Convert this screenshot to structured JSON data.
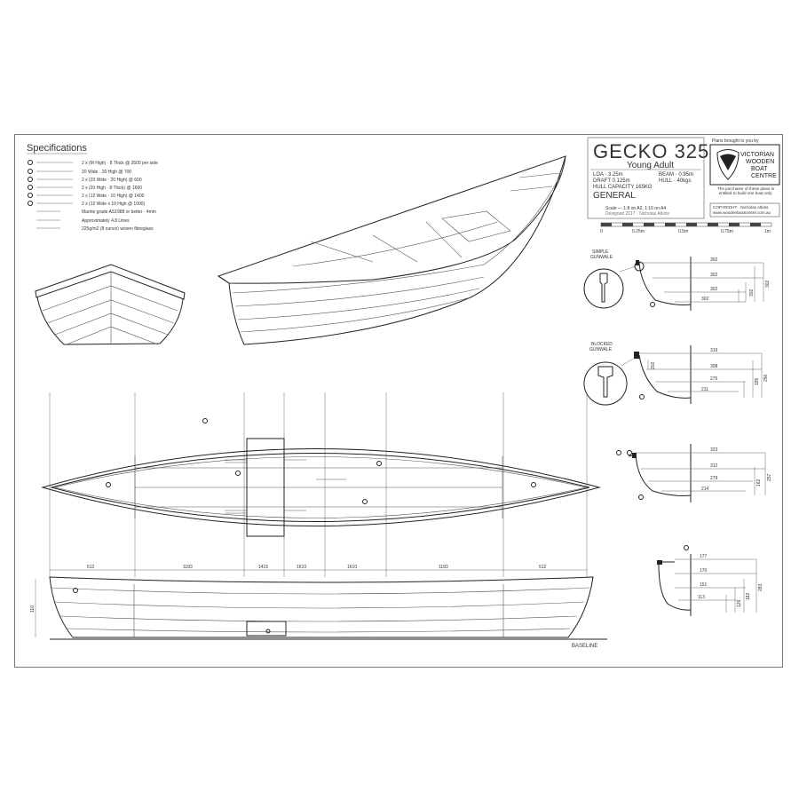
{
  "specs": {
    "heading": "Specifications",
    "items": [
      "2 x (M High) · 8 Thick @ 3500 per side",
      "20 Wide · 30 High @ 700",
      "2 x (20 Wide · 20 High) @ 600",
      "2 x (20 High · 8 Thick) @ 1600",
      "2 x (12 Wide · 10 High) @ 1400",
      "2 x (12 Wide x 10 High @ 1000)",
      "Marine grade AS1988 or better · 4mm",
      "Approximately 4.8 Litres",
      "225g/m2 (8 ounce) woven fibreglass"
    ]
  },
  "title": {
    "name": "GECKO 325",
    "sub": "Young Adult",
    "loa": "LOA · 3.25m",
    "beam": "BEAM · 0.95m",
    "draft": "DRAFT 0.125m",
    "hull": "HULL · 40kgs",
    "capacity": "HULL CAPACITY 165KG",
    "general": "GENERAL",
    "scale": "Scale — 1:8 on A2, 1:16 on A4",
    "scale_sub": "Designed 2017 · Nicholas Atkins"
  },
  "logo": {
    "tagline": "Plans brought to you by",
    "org_l1": "VICTORIAN",
    "org_l2": "WOODEN",
    "org_l3": "BOAT",
    "org_l4": "CENTRE",
    "note": "The purchaser of these plans is entitled to build one boat only.",
    "copyright": "COPYRIGHT · Nicholas Atkins",
    "website": "www.woodenboatcentre.com.au"
  },
  "scalebar": [
    "0",
    "0.25m",
    "0.5m",
    "0.75m",
    "1m"
  ],
  "sections": {
    "simple_label_1": "SIMPLE",
    "simple_label_2": "GUNWALE",
    "blocked_label_1": "BLOCKED",
    "blocked_label_2": "GUNWALE",
    "s1": [
      "302",
      "302",
      "302",
      "302",
      "302",
      "302"
    ],
    "s2": [
      "319",
      "308",
      "275",
      "211",
      "256",
      "195",
      "202"
    ],
    "s3": [
      "323",
      "312",
      "279",
      "214",
      "257",
      "162"
    ],
    "s4": [
      "177",
      "170",
      "151",
      "113",
      "283",
      "182",
      "129"
    ]
  },
  "plan": {
    "stations": [
      "512",
      "1183",
      "1415",
      "1610",
      "1610",
      "1183",
      "512"
    ],
    "height": "116",
    "baseline": "BASELINE"
  }
}
